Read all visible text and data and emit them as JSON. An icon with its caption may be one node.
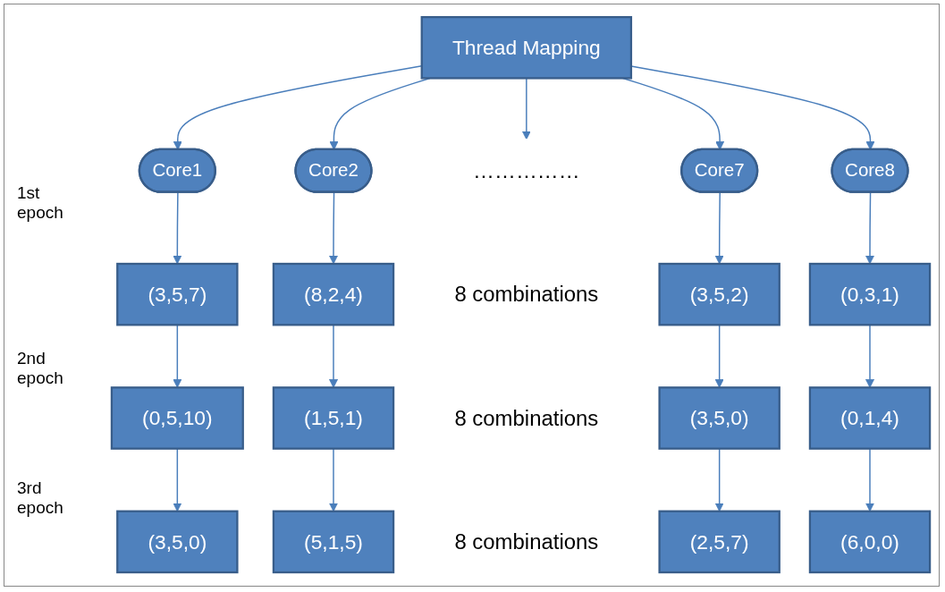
{
  "diagram": {
    "nodes": [
      {
        "text": [
          "Thread Mapping"
        ]
      },
      {
        "text": [
          "Core1"
        ]
      },
      {
        "text": [
          "Core2"
        ]
      },
      {
        "text": [
          "……………"
        ]
      },
      {
        "text": [
          "Core7"
        ]
      },
      {
        "text": [
          "Core8"
        ]
      },
      {
        "text": [
          "(3,5,7)"
        ]
      },
      {
        "text": [
          "(8,2,4)"
        ]
      },
      {
        "text": [
          "8 combinations"
        ]
      },
      {
        "text": [
          "(3,5,2)"
        ]
      },
      {
        "text": [
          "(0,3,1)"
        ]
      },
      {
        "text": [
          "(0,5,10)"
        ]
      },
      {
        "text": [
          "(1,5,1)"
        ]
      },
      {
        "text": [
          "8 combinations"
        ]
      },
      {
        "text": [
          "(3,5,0)"
        ]
      },
      {
        "text": [
          "(0,1,4)"
        ]
      },
      {
        "text": [
          "(3,5,0)"
        ]
      },
      {
        "text": [
          "(5,1,5)"
        ]
      },
      {
        "text": [
          "8 combinations"
        ]
      },
      {
        "text": [
          "(2,5,7)"
        ]
      },
      {
        "text": [
          "(6,0,0)"
        ]
      }
    ],
    "edges": [
      {
        "from": 0,
        "to": 1,
        "arrow": "to"
      },
      {
        "from": 0,
        "to": 2,
        "arrow": "to"
      },
      {
        "from": 0,
        "to": 3,
        "arrow": "to"
      },
      {
        "from": 0,
        "to": 4,
        "arrow": "to"
      },
      {
        "from": 0,
        "to": 5,
        "arrow": "to"
      },
      {
        "from": 1,
        "to": 6,
        "arrow": "to"
      },
      {
        "from": 6,
        "to": 11,
        "arrow": "to"
      },
      {
        "from": 11,
        "to": 16,
        "arrow": "to"
      },
      {
        "from": 2,
        "to": 7,
        "arrow": "to"
      },
      {
        "from": 7,
        "to": 12,
        "arrow": "to"
      },
      {
        "from": 12,
        "to": 17,
        "arrow": "to"
      },
      {
        "from": 4,
        "to": 9,
        "arrow": "to"
      },
      {
        "from": 9,
        "to": 14,
        "arrow": "to"
      },
      {
        "from": 14,
        "to": 19,
        "arrow": "to"
      },
      {
        "from": 5,
        "to": 10,
        "arrow": "to"
      },
      {
        "from": 10,
        "to": 15,
        "arrow": "to"
      },
      {
        "from": 15,
        "to": 20,
        "arrow": "to"
      }
    ],
    "labels": [
      "1st epoch",
      "2nd epoch",
      "3rd epoch"
    ]
  }
}
